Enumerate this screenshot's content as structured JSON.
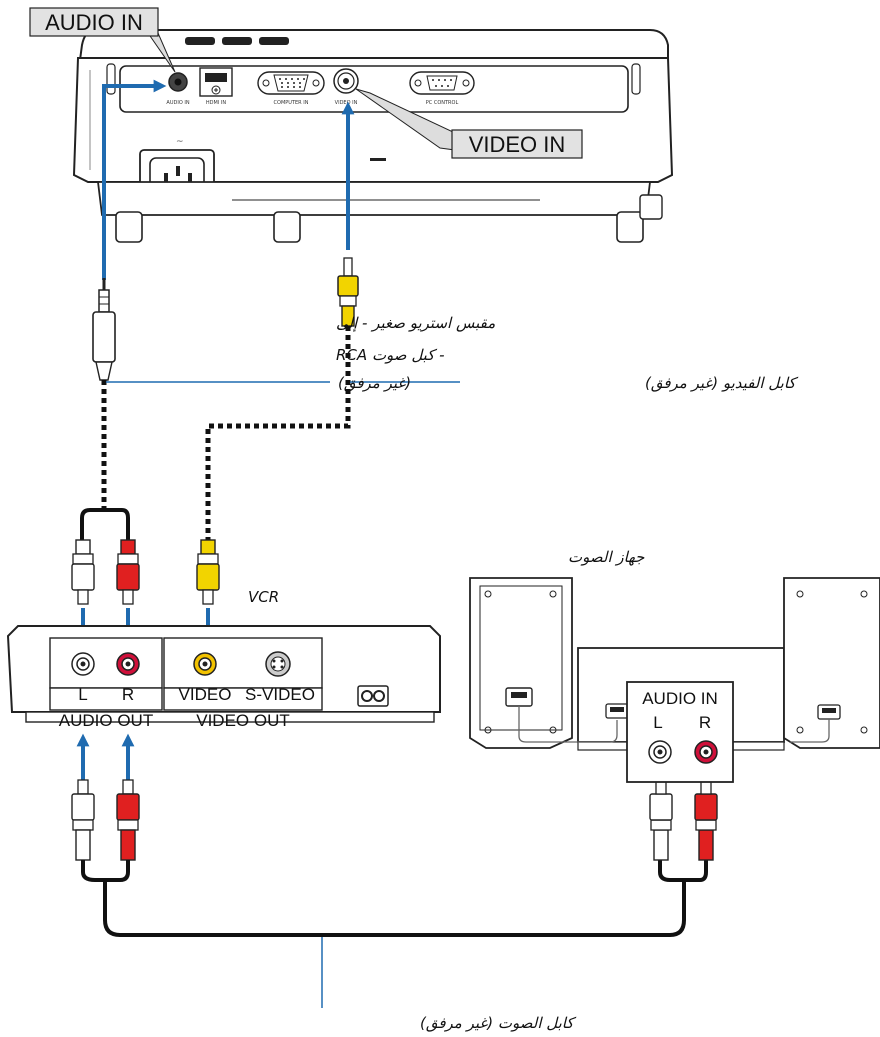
{
  "callouts": {
    "audio_in_top": "AUDIO IN",
    "video_in": "VIDEO IN"
  },
  "projector_ports": {
    "audio_in": "AUDIO IN",
    "hdmi_in": "HDMI IN",
    "computer_in": "COMPUTER IN",
    "video_in": "VIDEO IN",
    "pc_control": "PC CONTROL"
  },
  "vcr": {
    "title": "VCR",
    "left_label": "L",
    "right_label": "R",
    "video_label": "VIDEO",
    "svideo_label": "S-VIDEO",
    "audio_out": "AUDIO OUT",
    "video_out": "VIDEO OUT"
  },
  "audio_device": {
    "title": "جهاز الصوت",
    "audio_in": "AUDIO IN",
    "left_label": "L",
    "right_label": "R"
  },
  "cables": {
    "mini_plug_line1": "مقبس استريو صغير - إلى",
    "mini_plug_line2": "- كبل صوت RCA",
    "mini_plug_line3": "(غير مرفق)",
    "video_cable": "كابل الفيديو (غير مرفق)",
    "audio_cable": "كابل الصوت (غير مرفق)"
  },
  "colors": {
    "arrow_blue": "#1f6bb0",
    "plug_red": "#e02020",
    "plug_yellow": "#f2d400",
    "plug_white": "#ffffff",
    "jack_red": "#d0103a",
    "jack_yellow": "#f2c200"
  }
}
